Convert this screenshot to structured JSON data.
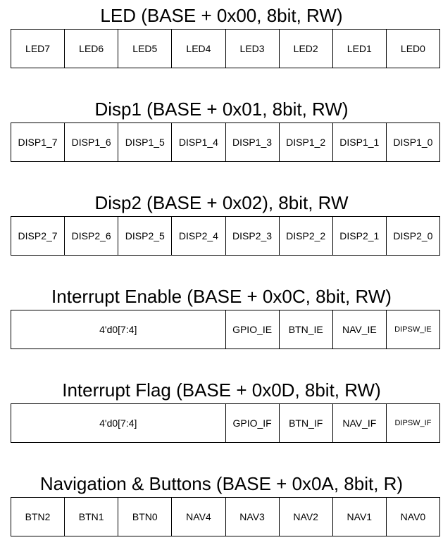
{
  "registers": [
    {
      "title": "LED (BASE + 0x00, 8bit, RW)",
      "fields": [
        {
          "label": "LED7",
          "span": 1
        },
        {
          "label": "LED6",
          "span": 1
        },
        {
          "label": "LED5",
          "span": 1
        },
        {
          "label": "LED4",
          "span": 1
        },
        {
          "label": "LED3",
          "span": 1
        },
        {
          "label": "LED2",
          "span": 1
        },
        {
          "label": "LED1",
          "span": 1
        },
        {
          "label": "LED0",
          "span": 1
        }
      ]
    },
    {
      "title": "Disp1 (BASE + 0x01, 8bit, RW)",
      "fields": [
        {
          "label": "DISP1_7",
          "span": 1
        },
        {
          "label": "DISP1_6",
          "span": 1
        },
        {
          "label": "DISP1_5",
          "span": 1
        },
        {
          "label": "DISP1_4",
          "span": 1
        },
        {
          "label": "DISP1_3",
          "span": 1
        },
        {
          "label": "DISP1_2",
          "span": 1
        },
        {
          "label": "DISP1_1",
          "span": 1
        },
        {
          "label": "DISP1_0",
          "span": 1
        }
      ]
    },
    {
      "title": "Disp2 (BASE + 0x02), 8bit, RW",
      "fields": [
        {
          "label": "DISP2_7",
          "span": 1
        },
        {
          "label": "DISP2_6",
          "span": 1
        },
        {
          "label": "DISP2_5",
          "span": 1
        },
        {
          "label": "DISP2_4",
          "span": 1
        },
        {
          "label": "DISP2_3",
          "span": 1
        },
        {
          "label": "DISP2_2",
          "span": 1
        },
        {
          "label": "DISP2_1",
          "span": 1
        },
        {
          "label": "DISP2_0",
          "span": 1
        }
      ]
    },
    {
      "title": "Interrupt Enable (BASE + 0x0C, 8bit, RW)",
      "fields": [
        {
          "label": "4'd0[7:4]",
          "span": 4
        },
        {
          "label": "GPIO_IE",
          "span": 1
        },
        {
          "label": "BTN_IE",
          "span": 1
        },
        {
          "label": "NAV_IE",
          "span": 1
        },
        {
          "label": "DIPSW_IE",
          "span": 1,
          "small": true
        }
      ]
    },
    {
      "title": "Interrupt Flag (BASE + 0x0D, 8bit, RW)",
      "fields": [
        {
          "label": "4'd0[7:4]",
          "span": 4
        },
        {
          "label": "GPIO_IF",
          "span": 1
        },
        {
          "label": "BTN_IF",
          "span": 1
        },
        {
          "label": "NAV_IF",
          "span": 1
        },
        {
          "label": "DIPSW_IF",
          "span": 1,
          "small": true
        }
      ]
    },
    {
      "title": "Navigation & Buttons (BASE + 0x0A, 8bit, R)",
      "fields": [
        {
          "label": "BTN2",
          "span": 1
        },
        {
          "label": "BTN1",
          "span": 1
        },
        {
          "label": "BTN0",
          "span": 1
        },
        {
          "label": "NAV4",
          "span": 1
        },
        {
          "label": "NAV3",
          "span": 1
        },
        {
          "label": "NAV2",
          "span": 1
        },
        {
          "label": "NAV1",
          "span": 1
        },
        {
          "label": "NAV0",
          "span": 1
        }
      ]
    }
  ]
}
